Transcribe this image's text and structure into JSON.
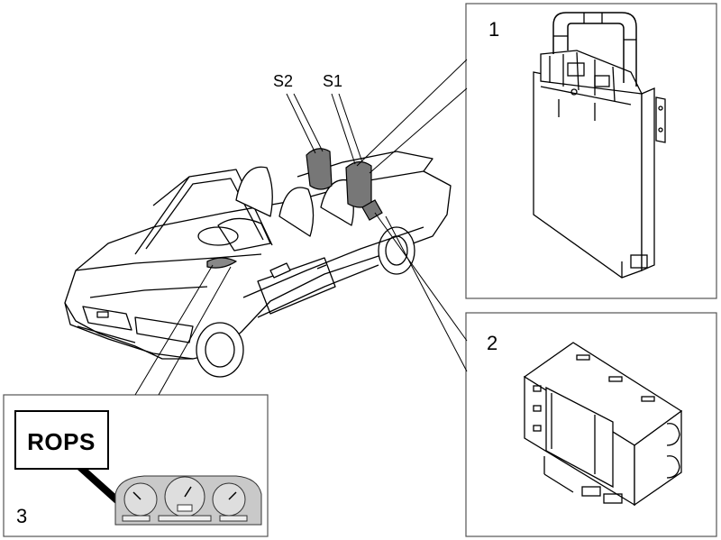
{
  "labels": {
    "callout_1": "1",
    "callout_2": "2",
    "callout_3": "3",
    "sensor_s1": "S1",
    "sensor_s2": "S2",
    "rops_warning": "ROPS"
  },
  "colors": {
    "line": "#000000",
    "panel_border": "#555555",
    "sensor_fill": "#777777",
    "cluster_fill": "#c9c9c9",
    "background": "#ffffff"
  }
}
